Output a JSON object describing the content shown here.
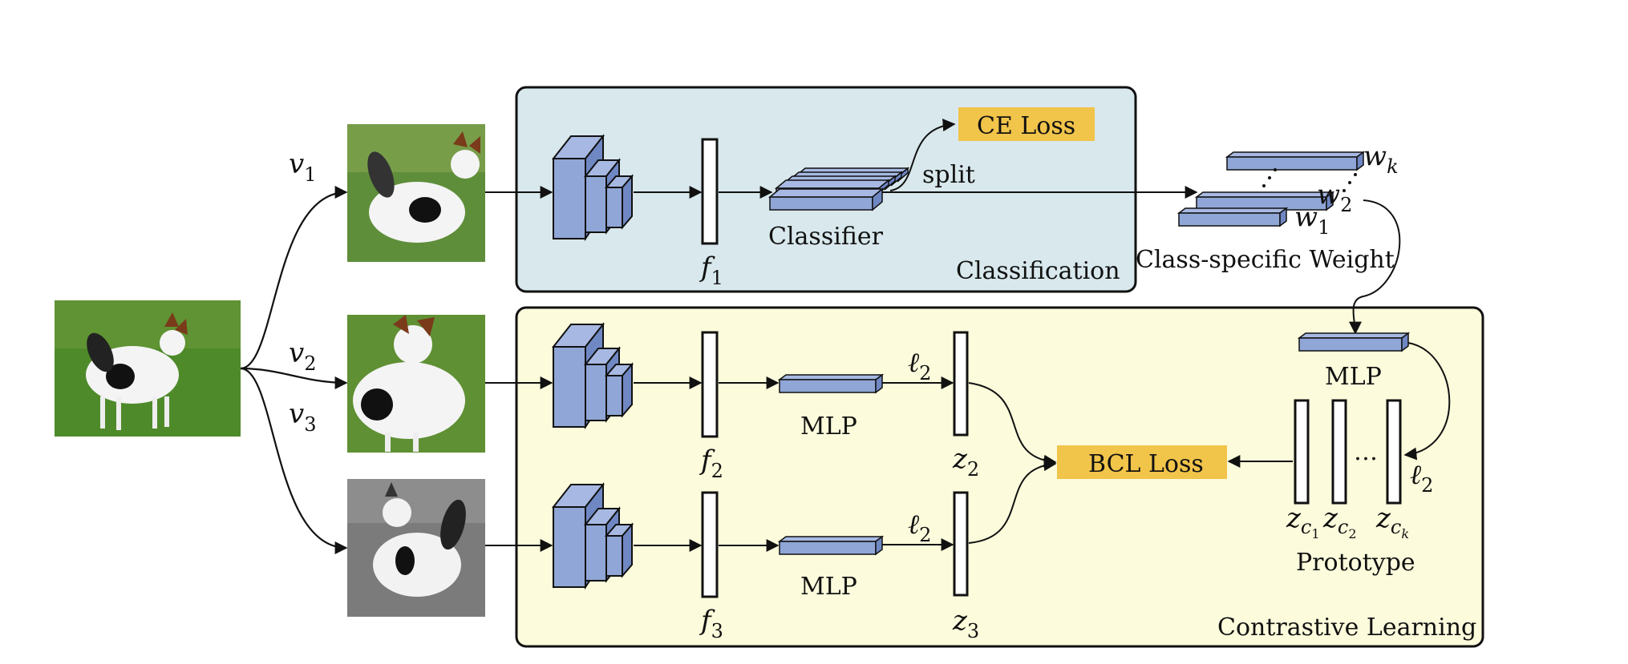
{
  "panels": {
    "classification": "Classification",
    "contrastive": "Contrastive Learning"
  },
  "losses": {
    "ce": "CE Loss",
    "bcl": "BCL Loss"
  },
  "labels": {
    "classifier": "Classifier",
    "split": "split",
    "class_weight": "Class-specific Weight",
    "mlp": "MLP",
    "prototype": "Prototype",
    "ellipsis": "…"
  },
  "symbols": {
    "v": "v",
    "f": "f",
    "z": "z",
    "w": "w",
    "l": "ℓ",
    "c": "c",
    "s1": "1",
    "s2": "2",
    "s3": "3",
    "sk": "k"
  },
  "colors": {
    "classification_bg": "#d8e8ec",
    "contrastive_bg": "#fcfbdc",
    "block_fill": "#8fa6d6",
    "loss_fill": "#f1c44a"
  }
}
